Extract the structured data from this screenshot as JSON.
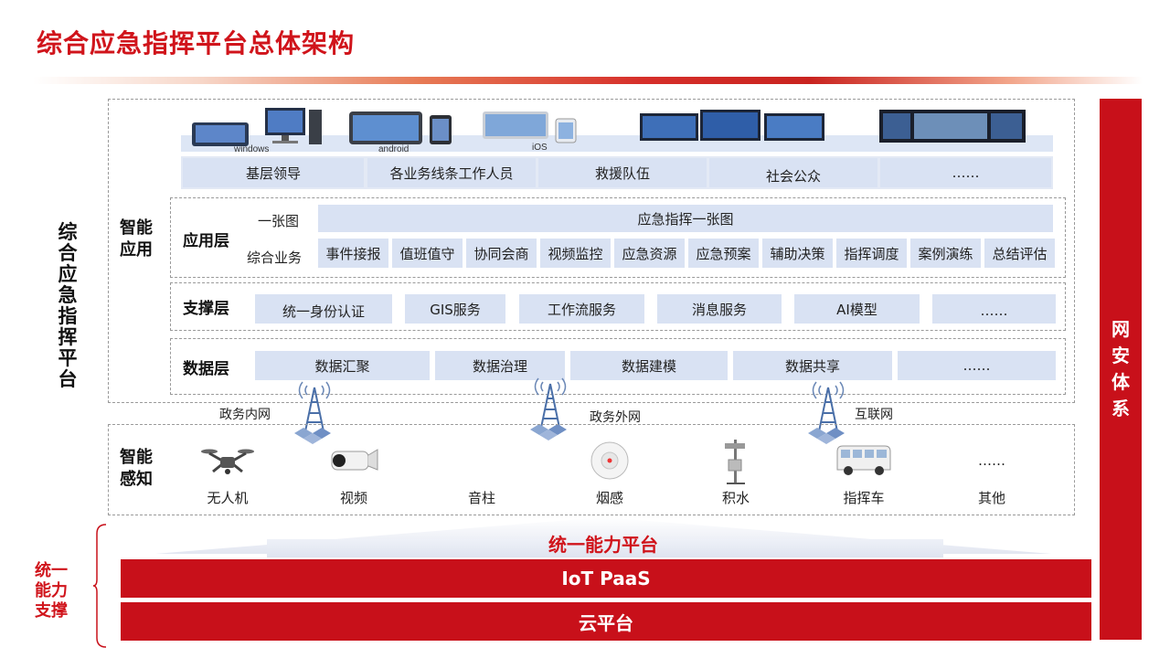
{
  "title": "综合应急指挥平台总体架构",
  "left_title": "综合应急指挥平台",
  "support_title": "统一能力支撑",
  "security_title": "网安体系",
  "smart_app_label": "智能应用",
  "smart_sense_label": "智能感知",
  "devices": [
    "windows",
    "android",
    "iOS"
  ],
  "users": [
    "基层领导",
    "各业务线条工作人员",
    "救援队伍",
    "社会公众",
    "……"
  ],
  "app_layer": {
    "name": "应用层",
    "one_map_label": "一张图",
    "one_map_value": "应急指挥一张图",
    "business_label": "综合业务",
    "business_items": [
      "事件接报",
      "值班值守",
      "协同会商",
      "视频监控",
      "应急资源",
      "应急预案",
      "辅助决策",
      "指挥调度",
      "案例演练",
      "总结评估"
    ]
  },
  "support_layer": {
    "name": "支撑层",
    "items": [
      "统一身份认证",
      "GIS服务",
      "工作流服务",
      "消息服务",
      "AI模型",
      "……"
    ]
  },
  "data_layer": {
    "name": "数据层",
    "items": [
      "数据汇聚",
      "数据治理",
      "数据建模",
      "数据共享",
      "……"
    ]
  },
  "networks": [
    "政务内网",
    "政务外网",
    "互联网"
  ],
  "sensors": [
    "无人机",
    "视频",
    "音柱",
    "烟感",
    "积水",
    "指挥车",
    "其他"
  ],
  "sensor_more": "……",
  "platform": {
    "title": "统一能力平台",
    "iot": "IoT PaaS",
    "cloud": "云平台"
  },
  "colors": {
    "accent_red": "#c8101a",
    "box_blue": "#d9e2f3"
  }
}
